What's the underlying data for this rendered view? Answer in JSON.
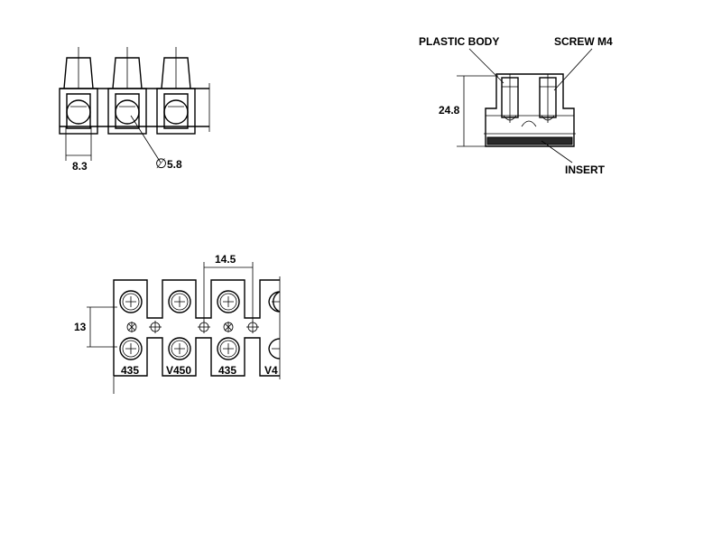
{
  "front_view": {
    "pitch_dim": "8.3",
    "hole_dim_prefix": "∅",
    "hole_dim": "5.8"
  },
  "side_view": {
    "label_body": "PLASTIC BODY",
    "label_screw": "SCREW  M4",
    "label_insert": "INSERT",
    "height_dim": "24.8"
  },
  "top_view": {
    "pitch_dim": "14.5",
    "row_dim": "13",
    "markings": [
      "435",
      "V450",
      "435",
      "V4"
    ]
  },
  "colors": {
    "line": "#000000",
    "background": "#ffffff",
    "dark_fill": "#2a2a2a"
  }
}
